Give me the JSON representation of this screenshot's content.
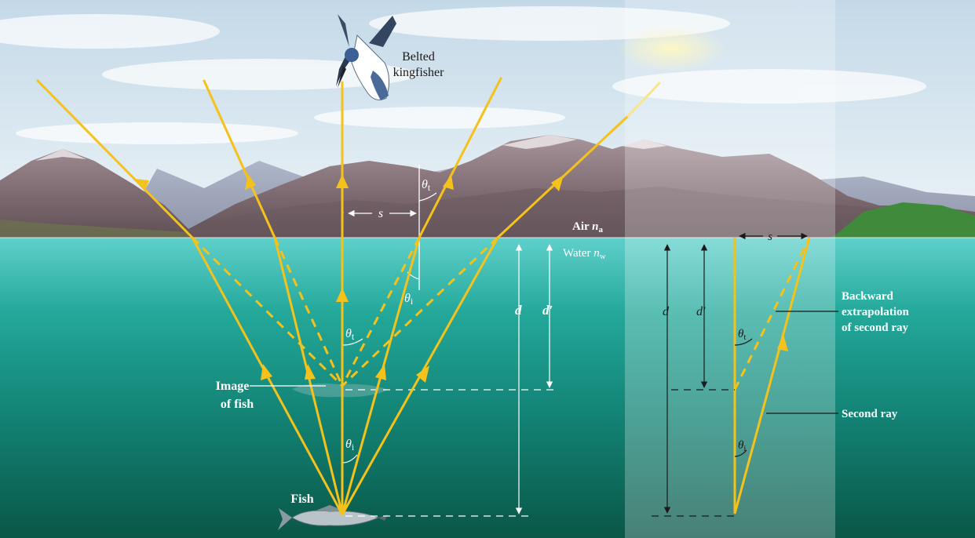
{
  "labels": {
    "bird_line1": "Belted",
    "bird_line2": "kingfisher",
    "air": "Air ",
    "air_n": "n",
    "air_sub": "a",
    "water": "Water ",
    "water_n": "n",
    "water_sub": "w",
    "image_line1": "Image",
    "image_line2": "of fish",
    "fish": "Fish",
    "backward_line1": "Backward",
    "backward_line2": "extrapolation",
    "backward_line3": "of second ray",
    "second_ray": "Second ray",
    "theta": "θ",
    "theta_t_sub": "t",
    "theta_i_sub": "i",
    "s": "s",
    "d": "d",
    "d_prime": "d′"
  },
  "colors": {
    "ray": "#f5c21b",
    "sky_top": "#c9dcea",
    "sky_bottom": "#eaf2f6",
    "water_top": "#4ec7c2",
    "water_mid": "#16907f",
    "water_bottom": "#0a5a4a",
    "mountain": "#8f7a80",
    "mountain_dark": "#5b4a50",
    "mountain_snow": "#e9e3e6",
    "grass": "#3f8a3b"
  }
}
